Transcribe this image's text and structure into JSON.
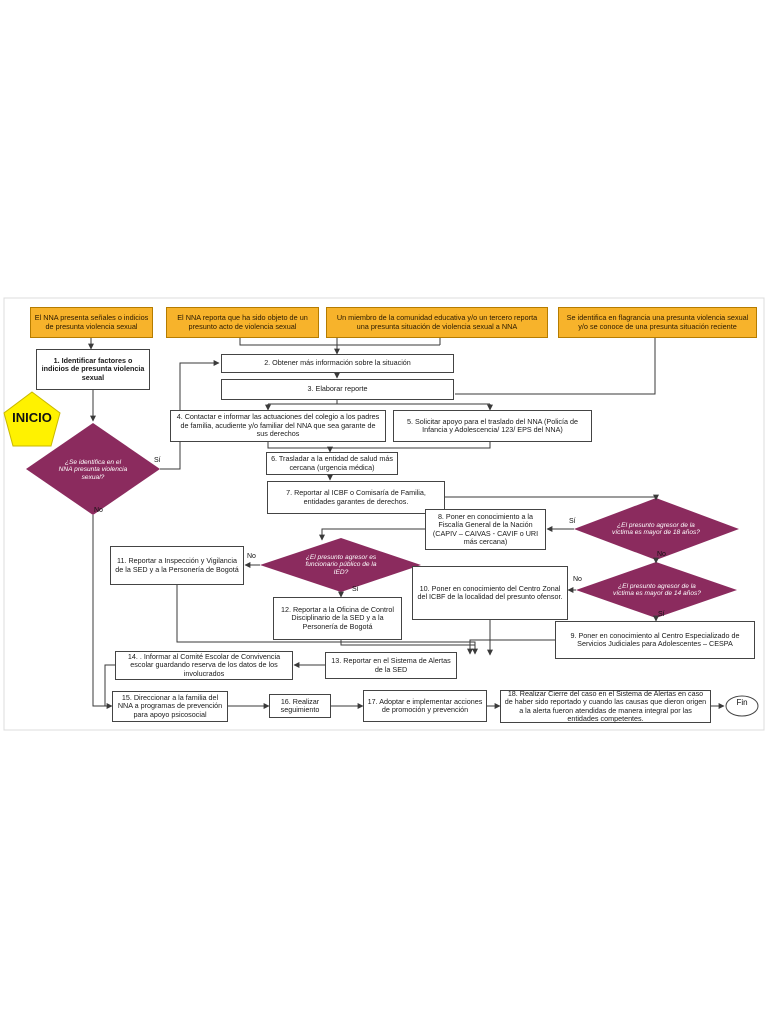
{
  "start": {
    "label": "INICIO"
  },
  "end": {
    "label": "Fin"
  },
  "triggers": [
    "El NNA presenta señales o indicios de presunta violencia sexual",
    "El NNA reporta que ha sido objeto de un presunto acto de violencia sexual",
    "Un miembro de la comunidad educativa y/o un tercero reporta una presunta situación de violencia sexual a NNA",
    "Se identifica en flagrancia una presunta violencia sexual y/o se conoce de una presunta situación reciente"
  ],
  "steps": {
    "s1": "1. Identificar factores o indicios de presunta violencia sexual",
    "s2": "2. Obtener más información sobre la situación",
    "s3": "3. Elaborar reporte",
    "s4": "4. Contactar e informar las actuaciones del colegio a los padres de familia, acudiente y/o familiar del NNA que sea garante de sus derechos",
    "s5": "5. Solicitar apoyo para el traslado del NNA (Policía de Infancia y Adolescencia/ 123/ EPS del NNA)",
    "s6": "6. Trasladar a la entidad de salud más cercana (urgencia médica)",
    "s7": "7. Reportar al ICBF o Comisaría de Familia, entidades garantes de derechos.",
    "s8": "8. Poner en conocimiento a la Fiscalía General de la Nación (CAPIV – CAIVAS - CAVIF o URI más cercana)",
    "s9": "9. Poner en conocimiento al Centro Especializado de Servicios Judiciales para Adolescentes – CESPA",
    "s10": "10. Poner en conocimiento del Centro Zonal del ICBF de la localidad del presunto ofensor.",
    "s11": "11. Reportar a Inspección y Vigilancia de la SED y a la Personería de Bogotá",
    "s12": "12. Reportar a la Oficina de Control Disciplinario de la SED y a la Personería de Bogotá",
    "s13": "13. Reportar en el Sistema de Alertas de la SED",
    "s14": "14. . Informar al Comité Escolar de Convivencia escolar guardando reserva de los datos de los involucrados",
    "s15": "15. Direccionar a la familia del NNA a programas de prevención para apoyo psicosocial",
    "s16": "16. Realizar seguimiento",
    "s17": "17. Adoptar e implementar acciones de promoción y prevención",
    "s18": "18. Realizar Cierre del caso en el Sistema de Alertas en caso de haber sido reportado y cuando las causas que dieron origen a la alerta fueron atendidas de manera integral por las entidades competentes."
  },
  "decisions": {
    "d1": "¿Se identifica en el NNA presunta violencia sexual?",
    "d2": "¿El presunto agresor de la víctima es mayor de 18 años?",
    "d3": "¿El presunto agresor es funcionario público de la IED?",
    "d4": "¿El presunto agresor de la víctima es mayor de 14 años?"
  },
  "labels": {
    "yes": "Sí",
    "no": "No"
  },
  "colors": {
    "trigger_fill": "#f7b32b",
    "decision_fill": "#8b2b5e",
    "start_fill": "#fff200",
    "line": "#3a3a3a"
  }
}
